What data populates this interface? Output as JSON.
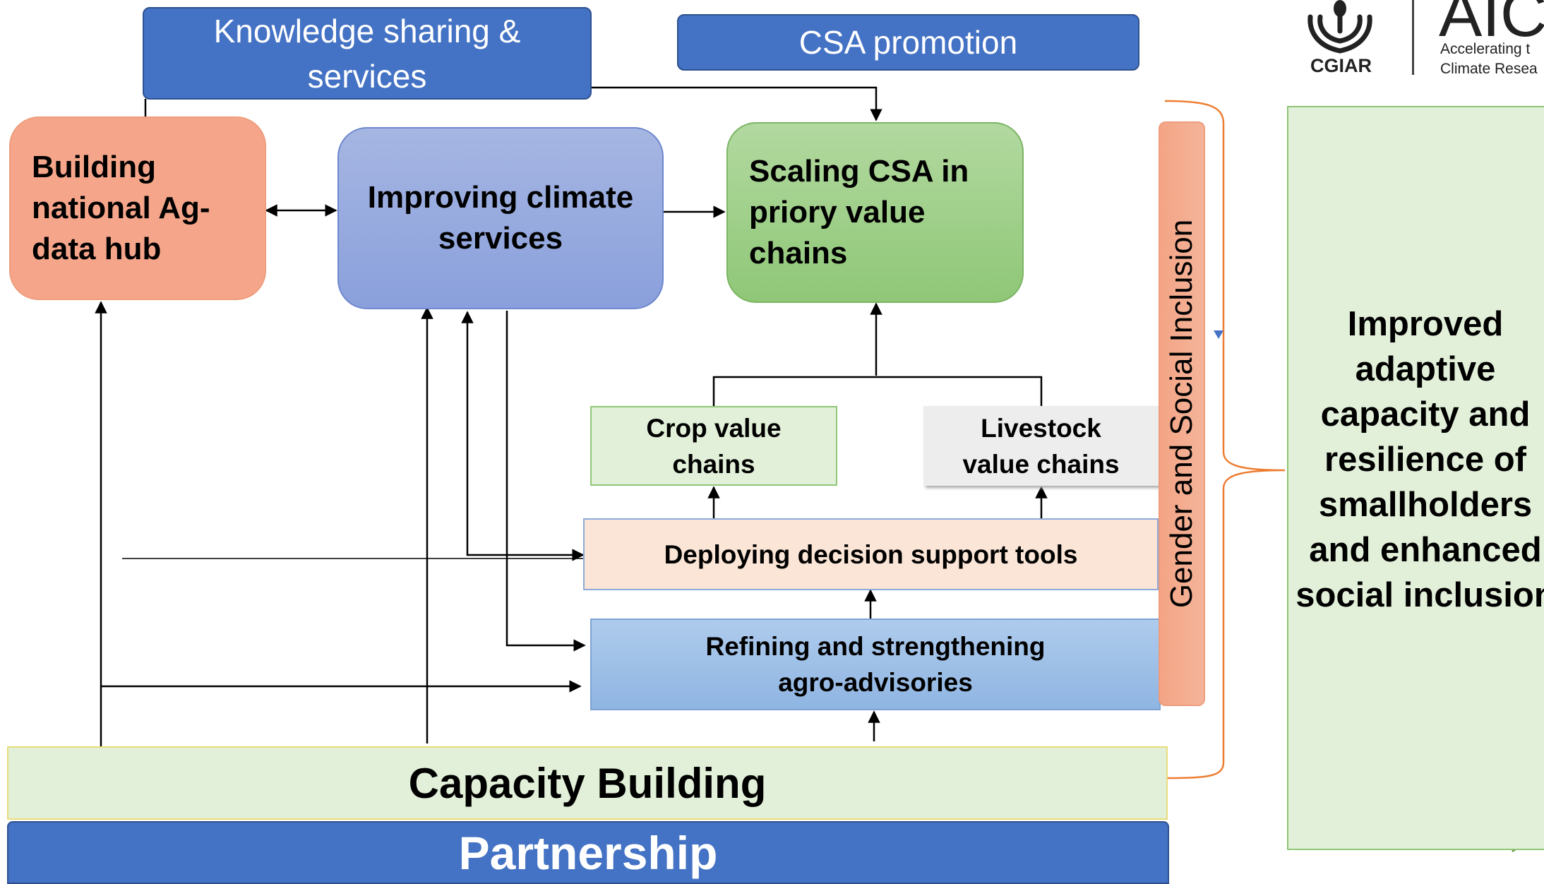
{
  "top_banners": {
    "knowledge_sharing": "Knowledge sharing & services",
    "csa_promotion": "CSA promotion"
  },
  "components": {
    "ag_data_hub": "Building national Ag-data hub",
    "climate_services": "Improving climate services",
    "scaling_csa": "Scaling CSA in priory value chains",
    "crop_value_chains": "Crop value chains",
    "livestock_value_chains": "Livestock value chains",
    "decision_support_tools": "Deploying decision support tools",
    "agro_advisories": "Refining and strengthening  agro-advisories"
  },
  "cross_cutting": {
    "gender": "Gender and Social Inclusion",
    "capacity_building": "Capacity Building",
    "partnership": "Partnership"
  },
  "outcome": "Improved adaptive capacity and resilience of smallholders and  enhanced social inclusion",
  "logo": {
    "org": "CGIAR",
    "initiative": "AIC",
    "tagline_line1": "Accelerating t",
    "tagline_line2": "Climate Resea"
  },
  "colors": {
    "banner_blue": "#4472c4",
    "salmon": "#f5a58a",
    "periwinkle": "#8fa5de",
    "green": "#9ccf84",
    "light_green": "#e2f0d9",
    "peach": "#fbe5d6",
    "light_blue": "#9dc3e6"
  }
}
